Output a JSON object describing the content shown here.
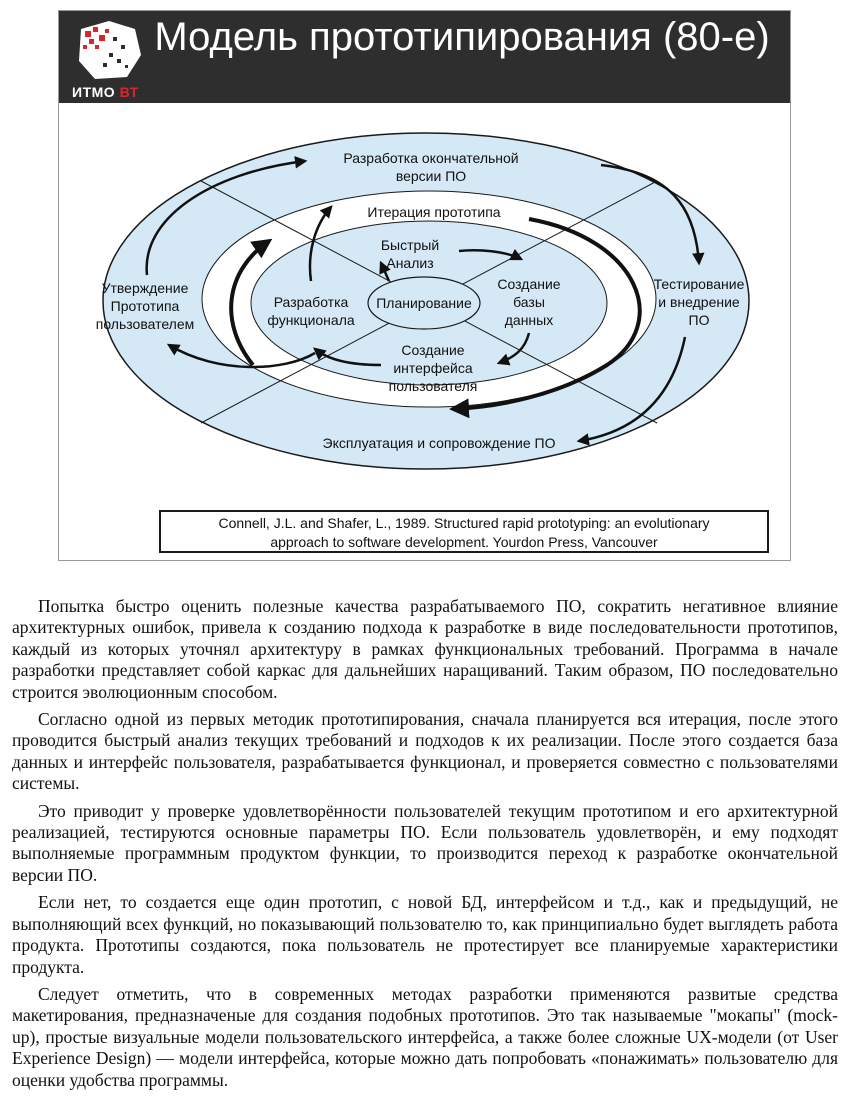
{
  "slide": {
    "title": "Модель прототипирования (80-е)",
    "logo": {
      "text": "ИТМО",
      "accent": "ВТ"
    },
    "colors": {
      "header_bg": "#2e2e2e",
      "ellipse_fill": "#d4e8f6",
      "accent_red": "#d9262d"
    }
  },
  "diagram": {
    "outer_top_line1": "Разработка окончательной",
    "outer_top_line2": "версии ПО",
    "outer_left_line1": "Утверждение",
    "outer_left_line2": "Прототипа",
    "outer_left_line3": "пользователем",
    "outer_right_line1": "Тестирование",
    "outer_right_line2": "и внедрение",
    "outer_right_line3": "ПО",
    "outer_bottom": "Эксплуатация и сопровождение ПО",
    "ring_top": "Итерация прототипа",
    "inner_top_line1": "Быстрый",
    "inner_top_line2": "Анализ",
    "inner_right_line1": "Создание",
    "inner_right_line2": "базы",
    "inner_right_line3": "данных",
    "inner_left_line1": "Разработка",
    "inner_left_line2": "функционала",
    "inner_bottom_line1": "Создание",
    "inner_bottom_line2": "интерфейса",
    "inner_bottom_line3": "пользователя",
    "center": "Планирование"
  },
  "citation": {
    "line1": "Connell, J.L. and Shafer, L., 1989. Structured rapid prototyping: an evolutionary",
    "line2": "approach to software development. Yourdon Press, Vancouver"
  },
  "paragraphs": [
    "Попытка быстро оценить полезные качества разрабатываемого ПО, сократить негативное влияние архитектурных ошибок, привела к созданию подхода к разработке в виде последовательности прототипов, каждый из которых уточнял архитектуру в рамках функциональных требований. Программа в начале разработки представляет собой каркас для дальнейших наращиваний. Таким образом, ПО последовательно строится эволюционным способом.",
    "Согласно одной из первых методик прототипирования, сначала планируется вся итерация, после этого проводится быстрый анализ текущих требований и подходов к их реализации. После этого создается база данных и интерфейс пользователя, разрабатывается функционал, и проверяется совместно с пользователями системы.",
    "Это приводит у проверке удовлетворённости пользователей текущим прототипом и его архитектурной реализацией, тестируются основные параметры ПО. Если пользователь удовлетворён, и ему подходят выполняемые программным продуктом функции, то производится переход к разработке окончательной версии ПО.",
    "Если нет, то создается еще один прототип, с новой БД, интерфейсом и т.д., как и предыдущий, не выполняющий всех функций, но показывающий пользователю то, как принципиально будет выглядеть работа продукта. Прототипы создаются, пока пользователь не протестирует все планируемые характеристики продукта.",
    "Следует отметить, что в современных методах разработки применяются развитые средства макетирования, предназначеные для создания подобных прототипов. Это так называемые \"мокапы\" (mock-up), простые визуальные модели пользовательского интерфейса, а также более сложные UX-модели (от User Experience Design) — модели интерфейса, которые можно дать попробовать «понажимать» пользователю для оценки удобства программы."
  ]
}
